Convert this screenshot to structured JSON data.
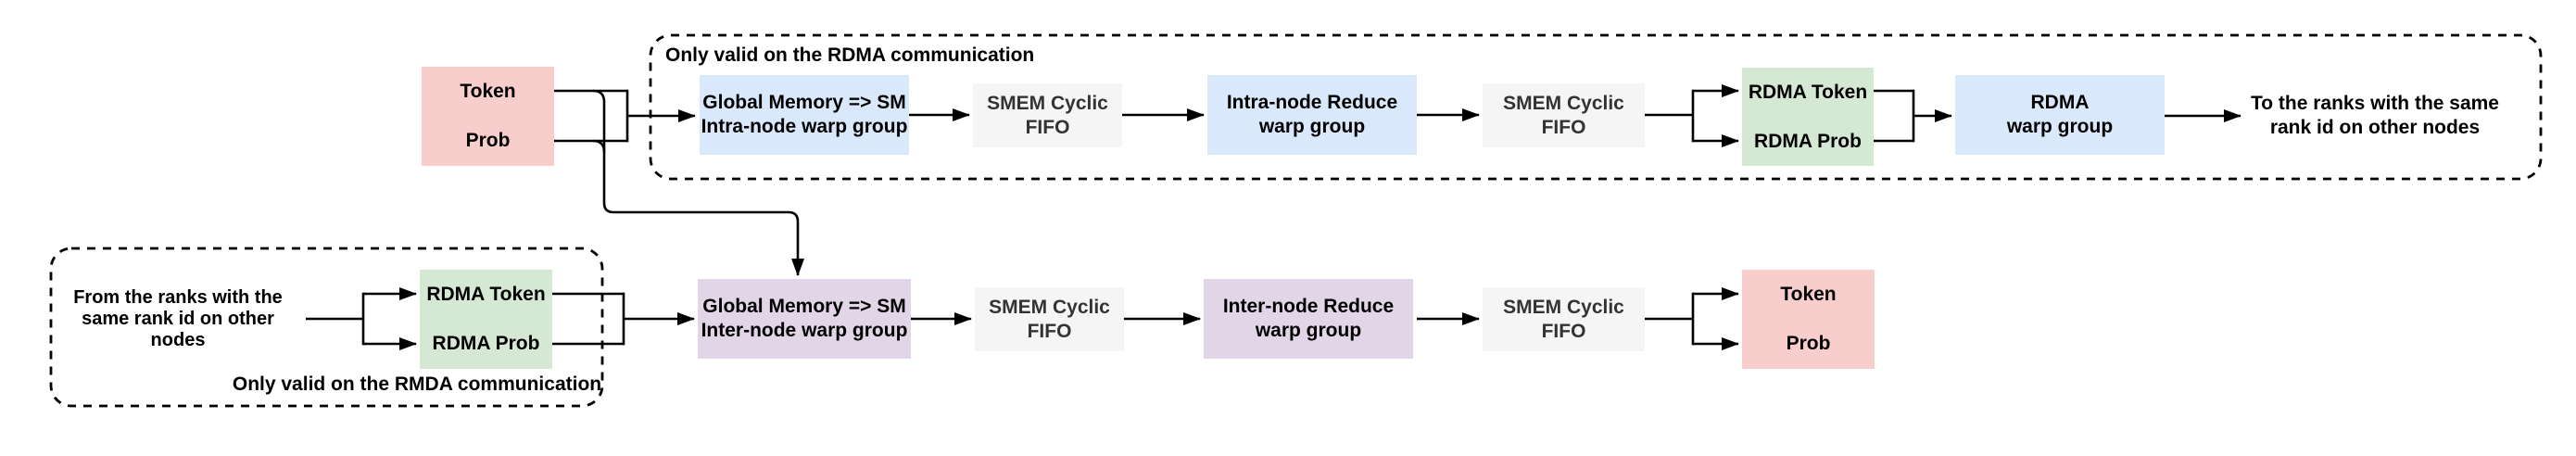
{
  "region_labels": {
    "top": "Only valid on the RDMA communication",
    "bottom": "Only valid on the RMDA communication"
  },
  "top_row": {
    "source": {
      "l1": "Token",
      "l2": "Prob"
    },
    "gm_sm": {
      "l1": "Global Memory => SM",
      "l2": "Intra-node warp group"
    },
    "fifo1": {
      "l1": "SMEM Cyclic",
      "l2": "FIFO"
    },
    "reduce": {
      "l1": "Intra-node Reduce",
      "l2": "warp group"
    },
    "fifo2": {
      "l1": "SMEM Cyclic",
      "l2": "FIFO"
    },
    "rdma_buf": {
      "l1": "RDMA Token",
      "l2": "RDMA Prob"
    },
    "rdma_wg": {
      "l1": "RDMA",
      "l2": "warp group"
    },
    "dest_text": {
      "l1": "To the ranks with the same",
      "l2": "rank id on other nodes"
    }
  },
  "bottom_row": {
    "source_text": {
      "l1": "From the ranks with the",
      "l2": "same rank id on other",
      "l3": "nodes"
    },
    "rdma_buf": {
      "l1": "RDMA Token",
      "l2": "RDMA Prob"
    },
    "gm_sm": {
      "l1": "Global Memory => SM",
      "l2": "Inter-node warp group"
    },
    "fifo1": {
      "l1": "SMEM Cyclic",
      "l2": "FIFO"
    },
    "reduce": {
      "l1": "Inter-node Reduce",
      "l2": "warp group"
    },
    "fifo2": {
      "l1": "SMEM Cyclic",
      "l2": "FIFO"
    },
    "dest": {
      "l1": "Token",
      "l2": "Prob"
    }
  },
  "colors": {
    "pink": "#f8cecc",
    "green": "#d5e8d4",
    "blue": "#dae8fc",
    "purple": "#e1d5e7",
    "gray": "#f5f5f5",
    "line": "#000000"
  }
}
